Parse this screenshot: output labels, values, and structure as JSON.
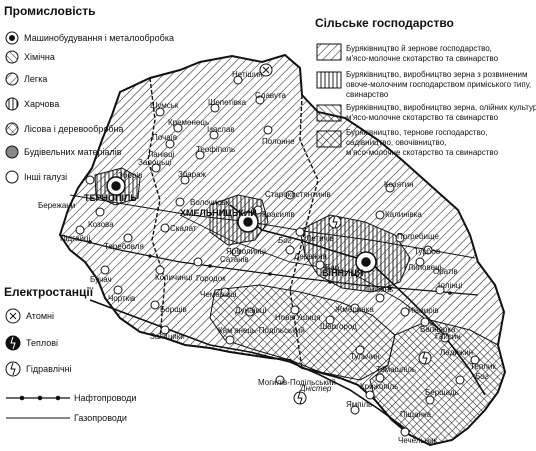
{
  "industry": {
    "title": "Промисловість",
    "items": [
      {
        "icon": "machine-building-icon",
        "label": "Машинобудування і металообробка"
      },
      {
        "icon": "chemical-icon",
        "label": "Хімічна"
      },
      {
        "icon": "light-industry-icon",
        "label": "Легка"
      },
      {
        "icon": "food-icon",
        "label": "Харчова"
      },
      {
        "icon": "forestry-icon",
        "label": "Лісова і деревообробна"
      },
      {
        "icon": "building-materials-icon",
        "label": "Будівельних матеріалів"
      },
      {
        "icon": "other-icon",
        "label": "Інші галузі"
      }
    ]
  },
  "agriculture": {
    "title": "Сільське господарство",
    "items": [
      {
        "line1": "Буряківництво й зернове господарство,",
        "line2": "м'ясо-молочне скотарство та свинарство",
        "line3": ""
      },
      {
        "line1": "Буряківництво, виробництво зерна з розвиненим",
        "line2": "овоче-молочним господарством приміського типу,",
        "line3": "свинарство"
      },
      {
        "line1": "Буряківництво, виробництво зерна, олійних культур,",
        "line2": "м'ясо-молочне скотарство та свинарство",
        "line3": ""
      },
      {
        "line1": "Буряківництво, тернове господарство,",
        "line2": "садівництво, овочівництво,",
        "line3": "м'ясо-молочне скотарство та свинарство"
      }
    ]
  },
  "power": {
    "title": "Електростанції",
    "items": [
      {
        "icon": "atomic-icon",
        "label": "Атомні"
      },
      {
        "icon": "thermal-icon",
        "label": "Теплові"
      },
      {
        "icon": "hydro-icon",
        "label": "Гідравлічні"
      }
    ]
  },
  "pipelines": {
    "oil": "Нафтопроводи",
    "gas": "Газопроводи"
  },
  "cities": {
    "ternopil": "ТЕРНОПІЛЬ",
    "khmelnytskyi": "ХМЕЛЬНИЦЬКИЙ",
    "vinnytsia": "ВІННИЦЯ",
    "small": [
      "Нетішин",
      "Славута",
      "Шепетівка",
      "Шумськ",
      "Кременець",
      "Почаїв",
      "Ізяслав",
      "Полонне",
      "Ланівці",
      "Теофіполь",
      "Залоцьці",
      "Збараж",
      "Зборів",
      "Бережани",
      "Козова",
      "Підгайці",
      "Теребовля",
      "Волочиськ",
      "Скалат",
      "Старокостянтинів",
      "Красилів",
      "Козятин",
      "Калинівка",
      "Летичів",
      "Деражня",
      "Бар",
      "Погребище",
      "Турбов",
      "Липовець",
      "Іллінці",
      "Оратів",
      "Гнівань",
      "Немирів",
      "Вапнярка",
      "Гайсин",
      "Ладижин",
      "Теплик",
      "Бершадь",
      "Піщанка",
      "Томашпіль",
      "Крижопіль",
      "Ямпіль",
      "Чечельник",
      "Тульчин",
      "Шаргород",
      "Жмеринка",
      "Нова Ушиця",
      "Дунаївці",
      "Кам'янець-Подільський",
      "Заліщики",
      "Борщів",
      "Чортків",
      "Бучач",
      "Копичинці",
      "Городок",
      "Сатанів",
      "Ярмолинці",
      "Чемерівці",
      "Могилів-Подільський"
    ]
  },
  "rivers": [
    "Бог",
    "Дністер",
    "Бог"
  ]
}
